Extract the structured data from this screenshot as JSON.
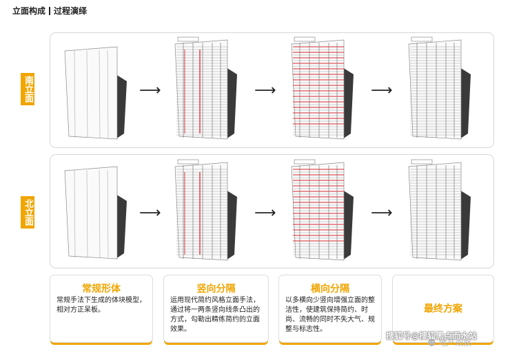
{
  "header": {
    "part1": "立面构成",
    "part2": "过程演绎"
  },
  "rows": [
    {
      "label": "南立面",
      "variant": "south"
    },
    {
      "label": "北立面",
      "variant": "north"
    }
  ],
  "cards": [
    {
      "title": "常规形体",
      "body": "常规手法下生成的体块模型，相对方正呆板。"
    },
    {
      "title": "竖向分隔",
      "body": "运用现代简约风格立面手法，通过将一两条竖向线条凸出的方式，勾勒出精练简约的立面效果。"
    },
    {
      "title": "横向分隔",
      "body": "以多横向少竖向增强立面的整洁性，使建筑保持简约、时尚、流畅的同时不失大气、规整与标志性。"
    },
    {
      "title": "最终方案",
      "body": ""
    }
  ],
  "watermark": "搜狐号@搜狐黑点而水站",
  "brand": "地产观察",
  "colors": {
    "accent": "#f0a500",
    "highlight": "#d9262c",
    "shadow": "#3a3a3a"
  }
}
